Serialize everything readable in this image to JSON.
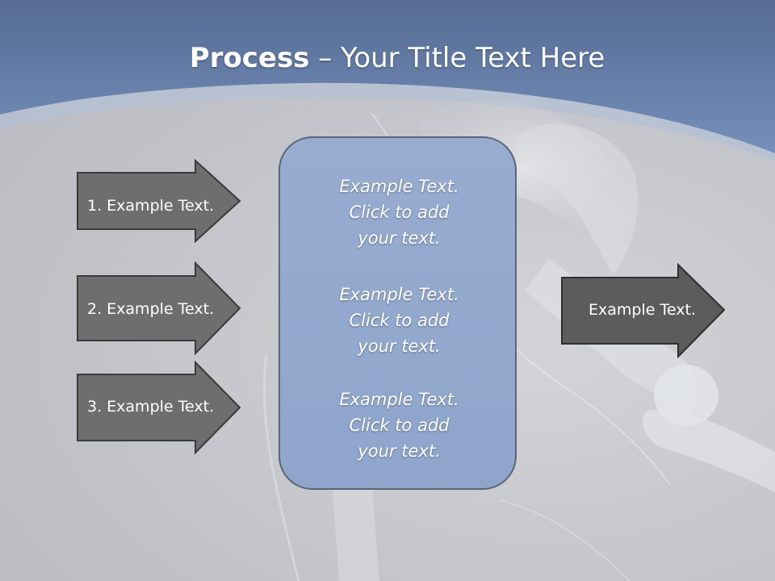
{
  "slide": {
    "title_bold": "Process",
    "title_rest": " – Your Title Text Here"
  },
  "left_arrows": [
    {
      "label": "1. Example Text."
    },
    {
      "label": "2. Example Text."
    },
    {
      "label": "3. Example Text."
    }
  ],
  "center_box": {
    "blocks": [
      {
        "line1": "Example Text.",
        "line2": "Click  to add",
        "line3": "your text."
      },
      {
        "line1": "Example Text.",
        "line2": "Click  to add",
        "line3": "your text."
      },
      {
        "line1": "Example Text.",
        "line2": "Click  to add",
        "line3": "your text."
      }
    ]
  },
  "right_arrow": {
    "label": "Example Text."
  },
  "colors": {
    "header_blue": "#6e88b4",
    "arrow_fill": "#6e6e6e",
    "arrow_fill_right": "#5c5c5c",
    "box_fill": "#93a8cd",
    "background_gray": "#c4c6cb"
  },
  "icons": {
    "background_art": "skeleton-hip-illustration"
  }
}
